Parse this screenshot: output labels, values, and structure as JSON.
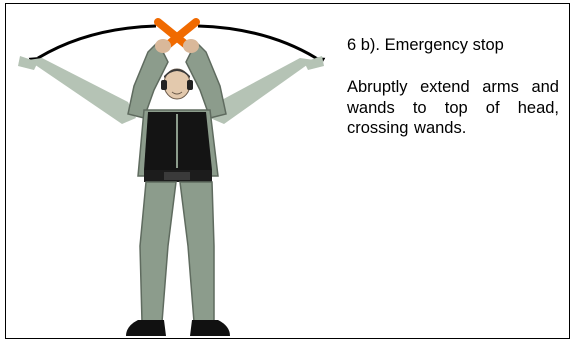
{
  "signal": {
    "title": "6 b). Emergency stop",
    "description": "Abruptly extend arms and wands to top of head, crossing wands."
  },
  "illustration": {
    "subject": "marshaller-crossing-wands",
    "colors": {
      "uniform": "#8c9c8c",
      "uniform_shadow": "#5f6b5f",
      "ghost_arms": "#b5c3b5",
      "vest": "#141414",
      "wand": "#f06a00",
      "arrow": "#000000",
      "boot": "#111111",
      "skin": "#d9b89a"
    }
  }
}
